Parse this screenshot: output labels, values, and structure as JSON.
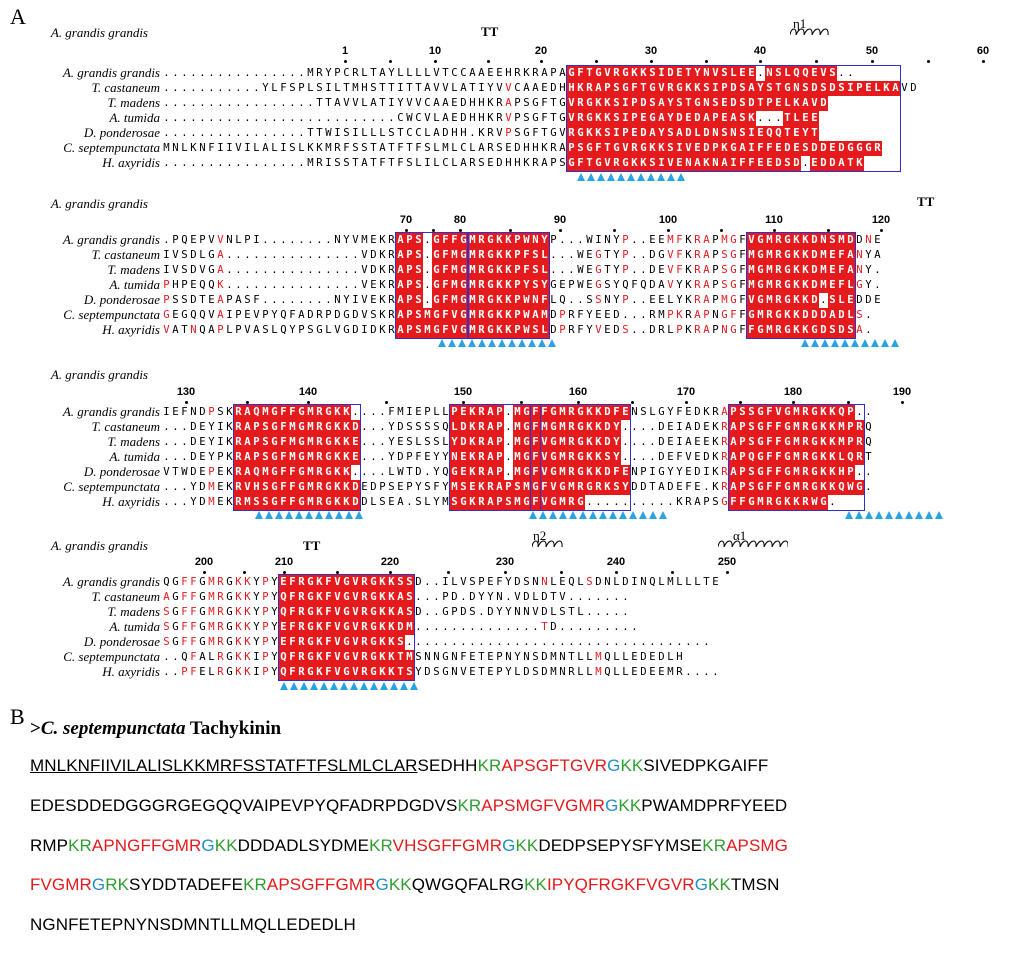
{
  "panel_a_label": "A",
  "panel_b_label": "B",
  "reference_name": "A. grandis grandis",
  "species": [
    "A. grandis grandis",
    "T. castaneum",
    "T. madens",
    "A. tumida",
    "D. ponderosae",
    "C. septempunctata",
    "H. axyridis"
  ],
  "blocks": [
    {
      "rows": [
        "................MRYPCRLTAYLLLLVTCCAAEEHRKRAPAGFTGVRGKKSIDETYNVSLEE.NSLQQEVS..",
        "...........YLFSPLSILTMHSTTITTAVVLATIYVVCAAEDHHKRAPSGFTGVRGKKSIPDSAYSTGNSDSDSIPELKAVD",
        ".................TTAVVLATIYVVCAAEDHHKRAPSGFTGVRGKKSIPDSAYSTGNSEDSDTPELKAVD",
        "..........................CWCVLAEDHHKRVPSGFTGVRGKKSIPEGAYDEDAPEASK...TLEE",
        "................TTWISILLLSTCCLADHH.KRVPSGFTGVRGKKSIPEDAYSADLDNSNSIEQQTEYT",
        "MNLKNFIIVILALISLKKMRFSSTATFTFSLMLCLARSEDHHKRAPSGFTGVRGKKSIVEDPKGAIFFEDESDDEDGGGR",
        "................MRISSTATFTFSLILCLARSEDHHKRAPSGFTGVRGKKSIVENAKNAIFFEEDSD.EDDATK"
      ],
      "numbers": [
        "1",
        "10",
        "20",
        "30",
        "40",
        "50",
        "60"
      ],
      "ss_labels": [
        "TT",
        "η1"
      ]
    },
    {
      "rows": [
        ".PQEPVVNLPI........NYVMEKRAPS.GFFGMRGKKPWNYP...WINYP..EEMFKRAPMGFVGMRGKKDNSMDDNE",
        "IVSDLGA...............VDKRAPS.GFMGMRGKKPFSL...WEGTYP..DGVFKRAPSGFMGMRGKKDMEFANYA",
        "IVSDVGA...............VDKRAPS.GFMGMRGKKPFSL...WEGTYP..DEVFKRAPSGFMGMRGKKDMEFANY.",
        "PHPEQQK...............VEKRAPS.GFMGMRGKKPYSYGEPWEGSYQFQDAVYKRAPSGFMGMRGKKDMEFLGY.",
        "PSSDTEAPASF........NYIVEKRAPS.GFMGMRGKKPWNFLQ..SSNYP..EELYKRAPMGFVGMRGKKD.SLEDDE",
        "GEGQQVAIPEVPYQFADRPDGDVSKRAPSMGFVGMRGKKPWAMDPRFYEED...RMPKRAPNGFFGMRGKKDDDADLS.",
        "VATNQAPLPVASLQYPSGLVGDIDKRAPSMGFVGMRGKKPWSLDPRFYVEDS..DRLPKRAPNGFFGMRGKKGDSDSA."
      ],
      "numbers": [
        "70",
        "80",
        "90",
        "100",
        "110",
        "120"
      ],
      "ss_labels": [
        "TT"
      ]
    },
    {
      "rows": [
        "IEFNDPSKRAQMGFFGMRGKK....FMIEPLLPEKRAP.MGFFGMRGKKDFENSLGYFEDKRAPSSGFVGMRGKKQP..",
        "...DEYIKRAPSGFMGMRGKKD...YDSSSSQLDKRAP.MGFMGMRGKKDY....DEIADEKRAPSGFFGMRGKKMPRQ",
        "...DEYIKRAPSGFMGMRGKKE...YESLSSLYDKRAP.MGFVGMRGKKDY....DEIAEEKRAPSGFFGMRGKKMPRQ",
        "...DEYPKRAPSGFMGMRGKKE...YDPFEYYNEKRAP.MGFVGMRGKKSY....DEFVEDKRAPQGFFGMRGKKLQRT",
        "VTWDEPEKRAQMGFFGMRGKK....LWTD.YQGEKRAP.MGFVGMRGKKDFENPIGYYEDIKRAPSGFFGMRGKKHP..",
        "...YDMEKRVHSGFFGMRGKKDEDPSEPYSFYMSEKRAPSMGFVGMRGRKSYDDTADEFE.KRAPSGFFGMRGKKQWG.",
        "...YDMEKRMSSGFFGMRGKKDDLSEA.SLYMSGKRAPSMGFVGMRG..........KRAPSGFFGMRGKKRWG."
      ],
      "numbers": [
        "130",
        "140",
        "150",
        "160",
        "170",
        "180",
        "190"
      ],
      "ss_labels": []
    },
    {
      "rows": [
        "QGFFGMRGKKYPYEFRGKFVGVRGKKSSD..ILVSPEFYDSNNLEQLSDNLDINQLMLLLTE",
        "AGFFGMRGKKYPYQFRGKFVGVRGKKAS...PD.DYYN.VDLDTV.......",
        "SGFFGMRGKKYPYQFRGKFVGVRGKKASD..GPDS.DYYNNVDLSTL.....",
        "SGFFGMRGKKYPYEFRGKFVGVRGKKDM..............TD.........",
        "SGFFGMRGKKYPYEFRGKFVGVRGKKS..................................",
        "..QFALRGKKIPYQFRGKFVGVRGKKTMSNNGNFETEPNYNSDMNTLLMQLLEDEDLH",
        "..PFELRGKKIPYQFRGKFVGVRGKKTSYDSGNVETEPYLDSDMNRLLMQLLEDEEMR...."
      ],
      "numbers": [
        "200",
        "210",
        "220",
        "230",
        "240",
        "250"
      ],
      "ss_labels": [
        "TT",
        "η2",
        "α1"
      ]
    }
  ],
  "panel_b": {
    "title_prefix": ">",
    "title_species": "C. septempunctata",
    "title_suffix": " Tachykinin",
    "lines": [
      [
        [
          "MNLKNFIIVILALISLKKMRFSSTATFTFSLMLCLAR",
          "ul"
        ],
        [
          "SEDHH",
          "k"
        ],
        [
          "KR",
          "g"
        ],
        [
          "APSGFTGVR",
          "rd"
        ],
        [
          "G",
          "bl"
        ],
        [
          "KK",
          "g"
        ],
        [
          "SIVEDPKGAIFF",
          "k"
        ]
      ],
      [
        [
          "EDESDDEDGGGRGEGQQVAIPEVPYQFADRPDGDVS",
          "k"
        ],
        [
          "KR",
          "g"
        ],
        [
          "APSMGFVGMR",
          "rd"
        ],
        [
          "G",
          "bl"
        ],
        [
          "KK",
          "g"
        ],
        [
          "PWAMDPRFYEED",
          "k"
        ]
      ],
      [
        [
          "RMP",
          "k"
        ],
        [
          "KR",
          "g"
        ],
        [
          "APNGFFGMR",
          "rd"
        ],
        [
          "G",
          "bl"
        ],
        [
          "KK",
          "g"
        ],
        [
          "DDDADLSYDME",
          "k"
        ],
        [
          "KR",
          "g"
        ],
        [
          "VHSGFFGMR",
          "rd"
        ],
        [
          "G",
          "bl"
        ],
        [
          "KK",
          "g"
        ],
        [
          "DEDPSEPYSFYMSE",
          "k"
        ],
        [
          "KR",
          "g"
        ],
        [
          "APSMG",
          "rd"
        ]
      ],
      [
        [
          "FVGMR",
          "rd"
        ],
        [
          "G",
          "bl"
        ],
        [
          "RK",
          "g"
        ],
        [
          "SYDDTADEFE",
          "k"
        ],
        [
          "KR",
          "g"
        ],
        [
          "APSGFFGMR",
          "rd"
        ],
        [
          "G",
          "bl"
        ],
        [
          "KK",
          "g"
        ],
        [
          "QWGQFALRG",
          "k"
        ],
        [
          "KK",
          "g"
        ],
        [
          "IPYQFRGKFVGVR",
          "rd"
        ],
        [
          "G",
          "bl"
        ],
        [
          "KK",
          "g"
        ],
        [
          "TMSN",
          "k"
        ]
      ],
      [
        [
          "NGNFETEPNYNSDMNTLLMQLLEDEDLH",
          "k"
        ]
      ]
    ]
  }
}
